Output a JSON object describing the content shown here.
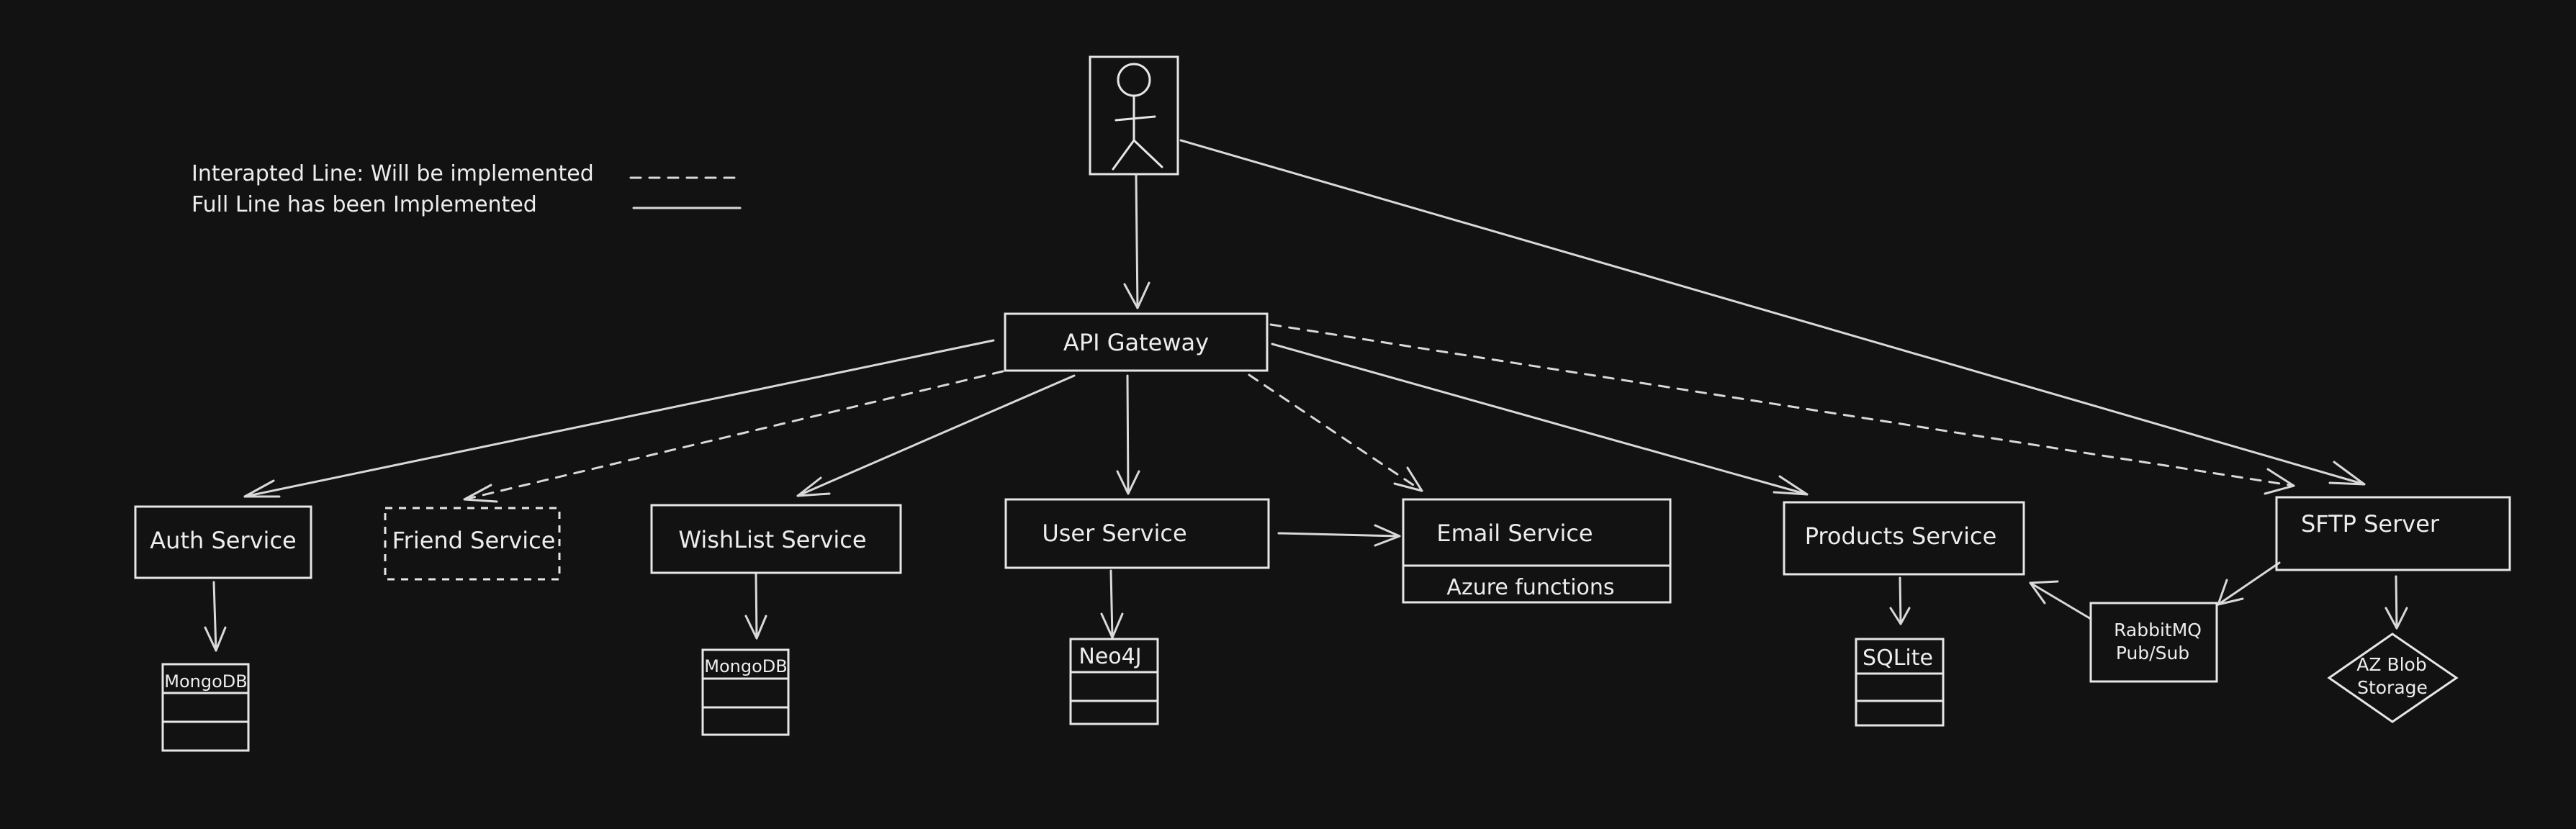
{
  "legend": {
    "dashed_label": "Interapted Line: Will be implemented",
    "solid_label": "Full Line has been Implemented"
  },
  "nodes": {
    "api_gateway": "API Gateway",
    "auth_service": "Auth Service",
    "friend_service": "Friend Service",
    "wishlist_service": "WishList Service",
    "user_service": "User Service",
    "email_service": "Email Service",
    "azure_functions": "Azure functions",
    "products_service": "Products Service",
    "sftp_server": "SFTP Server",
    "rabbitmq_line1": "RabbitMQ",
    "rabbitmq_line2": "Pub/Sub",
    "az_blob_line1": "AZ Blob",
    "az_blob_line2": "Storage"
  },
  "databases": {
    "auth_db": "MongoDB",
    "wishlist_db": "MongoDB",
    "user_db": "Neo4J",
    "products_db": "SQLite"
  },
  "edges": [
    {
      "from": "User",
      "to": "API Gateway",
      "style": "solid"
    },
    {
      "from": "User",
      "to": "SFTP Server",
      "style": "solid"
    },
    {
      "from": "API Gateway",
      "to": "Auth Service",
      "style": "solid"
    },
    {
      "from": "API Gateway",
      "to": "Friend Service",
      "style": "dashed"
    },
    {
      "from": "API Gateway",
      "to": "WishList Service",
      "style": "solid"
    },
    {
      "from": "API Gateway",
      "to": "User Service",
      "style": "solid"
    },
    {
      "from": "API Gateway",
      "to": "Email Service",
      "style": "dashed"
    },
    {
      "from": "API Gateway",
      "to": "Products Service",
      "style": "solid"
    },
    {
      "from": "API Gateway",
      "to": "SFTP Server",
      "style": "dashed"
    },
    {
      "from": "User Service",
      "to": "Email Service",
      "style": "solid"
    },
    {
      "from": "Auth Service",
      "to": "MongoDB",
      "style": "solid"
    },
    {
      "from": "WishList Service",
      "to": "MongoDB",
      "style": "solid"
    },
    {
      "from": "User Service",
      "to": "Neo4J",
      "style": "solid"
    },
    {
      "from": "Products Service",
      "to": "SQLite",
      "style": "solid"
    },
    {
      "from": "SFTP Server",
      "to": "RabbitMQ Pub/Sub",
      "style": "solid"
    },
    {
      "from": "RabbitMQ Pub/Sub",
      "to": "Products Service",
      "style": "solid"
    },
    {
      "from": "SFTP Server",
      "to": "AZ Blob Storage",
      "style": "solid"
    }
  ]
}
